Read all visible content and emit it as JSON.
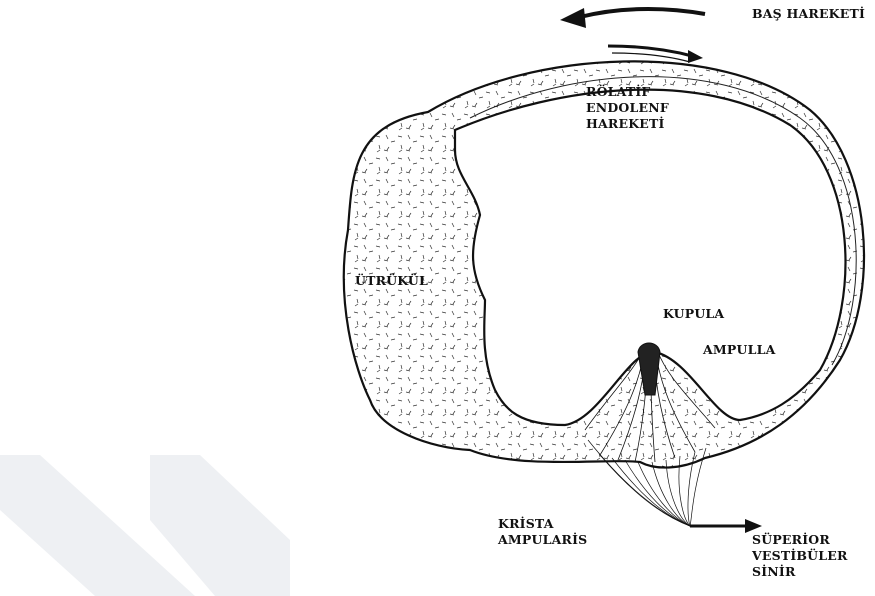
{
  "labels": {
    "head_motion": "BAŞ HAREKETİ",
    "relative_endolymph": [
      "RÖLATİF",
      "ENDOLENF",
      "HAREKETİ"
    ],
    "utricle": "ÜTRÜKÜL",
    "cupula": "KUPULA",
    "ampulla": "AMPULLA",
    "crista": [
      "KRİSTA",
      "AMPULARİS"
    ],
    "nerve": [
      "SÜPERİOR",
      "VESTİBÜLER",
      "SİNİR"
    ]
  },
  "colors": {
    "ink": "#111111",
    "watermark": "#eef0f3"
  }
}
